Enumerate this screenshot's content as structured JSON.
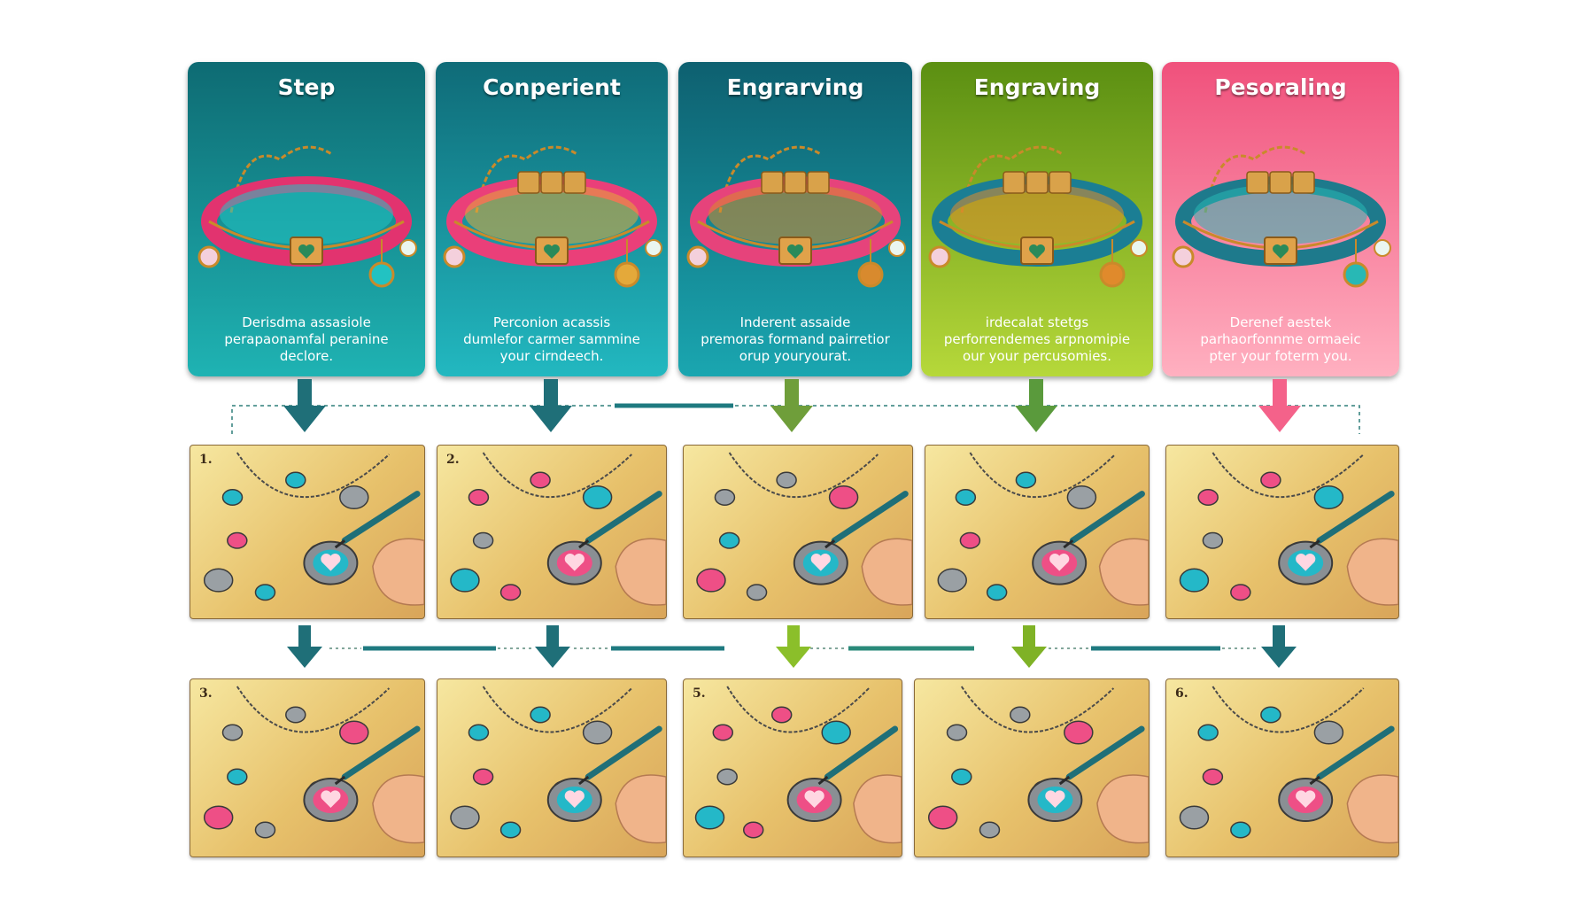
{
  "cards": [
    {
      "title": "Step",
      "lines": [
        "Derisdma assasiole",
        "perapaonamfal peranine",
        "declore."
      ],
      "from": "#0e6b73",
      "to": "#1fb3b3",
      "body": "#e2336f",
      "charm": "#22c2c2"
    },
    {
      "title": "Conperient",
      "lines": [
        "Perconion acassis",
        "dumlefor carmer sammine",
        "your cirndeech."
      ],
      "from": "#0f6b78",
      "to": "#22b8c0",
      "body": "#ea3f79",
      "charm": "#e4a93a"
    },
    {
      "title": "Engrarving",
      "lines": [
        "Inderent assaide",
        "premoras formand pairretior",
        "orup youryourat."
      ],
      "from": "#0e6070",
      "to": "#1aa6b0",
      "body": "#e6437b",
      "charm": "#d88a2e"
    },
    {
      "title": "Engraving",
      "lines": [
        "irdecalat stetgs",
        "perforrendemes arpnomipie",
        "our your percusomies."
      ],
      "from": "#5b8f12",
      "to": "#b6d83a",
      "body": "#1b7e94",
      "charm": "#e08a2c"
    },
    {
      "title": "Pesoraling",
      "lines": [
        "Derenef aestek",
        "parhaorfonnme ormaeic",
        "pter your foterm you."
      ],
      "from": "#f0517c",
      "to": "#ffb0c0",
      "body": "#1e7a8c",
      "charm": "#28b8b5"
    }
  ],
  "panels": [
    {
      "number": "1."
    },
    {
      "number": "2."
    },
    {
      "number": ""
    },
    {
      "number": ""
    },
    {
      "number": ""
    },
    {
      "number": "3."
    },
    {
      "number": ""
    },
    {
      "number": "5."
    },
    {
      "number": ""
    },
    {
      "number": "6."
    }
  ],
  "colors": {
    "teal_arrow": "#1f6f78",
    "green_arrow": "#78a82a",
    "pink_arrow": "#f4628a",
    "wood": "#eecf7d",
    "gold": "#c98a2a"
  }
}
